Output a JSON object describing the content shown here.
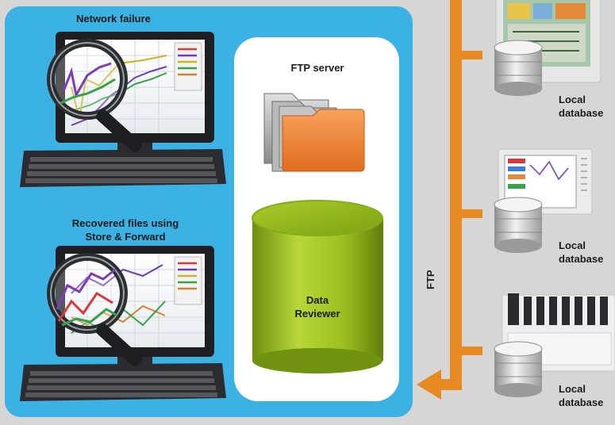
{
  "labels": {
    "network_failure": "Network failure",
    "recovered_line1": "Recovered files using",
    "recovered_line2": "Store & Forward",
    "ftp_server": "FTP server",
    "data_reviewer_line1": "Data",
    "data_reviewer_line2": "Reviewer",
    "ftp": "FTP",
    "local_line1": "Local",
    "local_line2": "database"
  },
  "colors": {
    "background": "#d8d6d5",
    "panel_blue": "#3cb1e3",
    "ftp_line_orange": "#e88a22",
    "cylinder_green": "#9bbf1e",
    "folder_orange": "#f08a3a"
  },
  "icons": {
    "monitor_1": "monitor-with-magnifier-icon",
    "monitor_2": "monitor-with-magnifier-icon",
    "folders": "folder-stack-icon",
    "database": "database-cylinder-icon",
    "recorder": "recorder-device-icon"
  }
}
